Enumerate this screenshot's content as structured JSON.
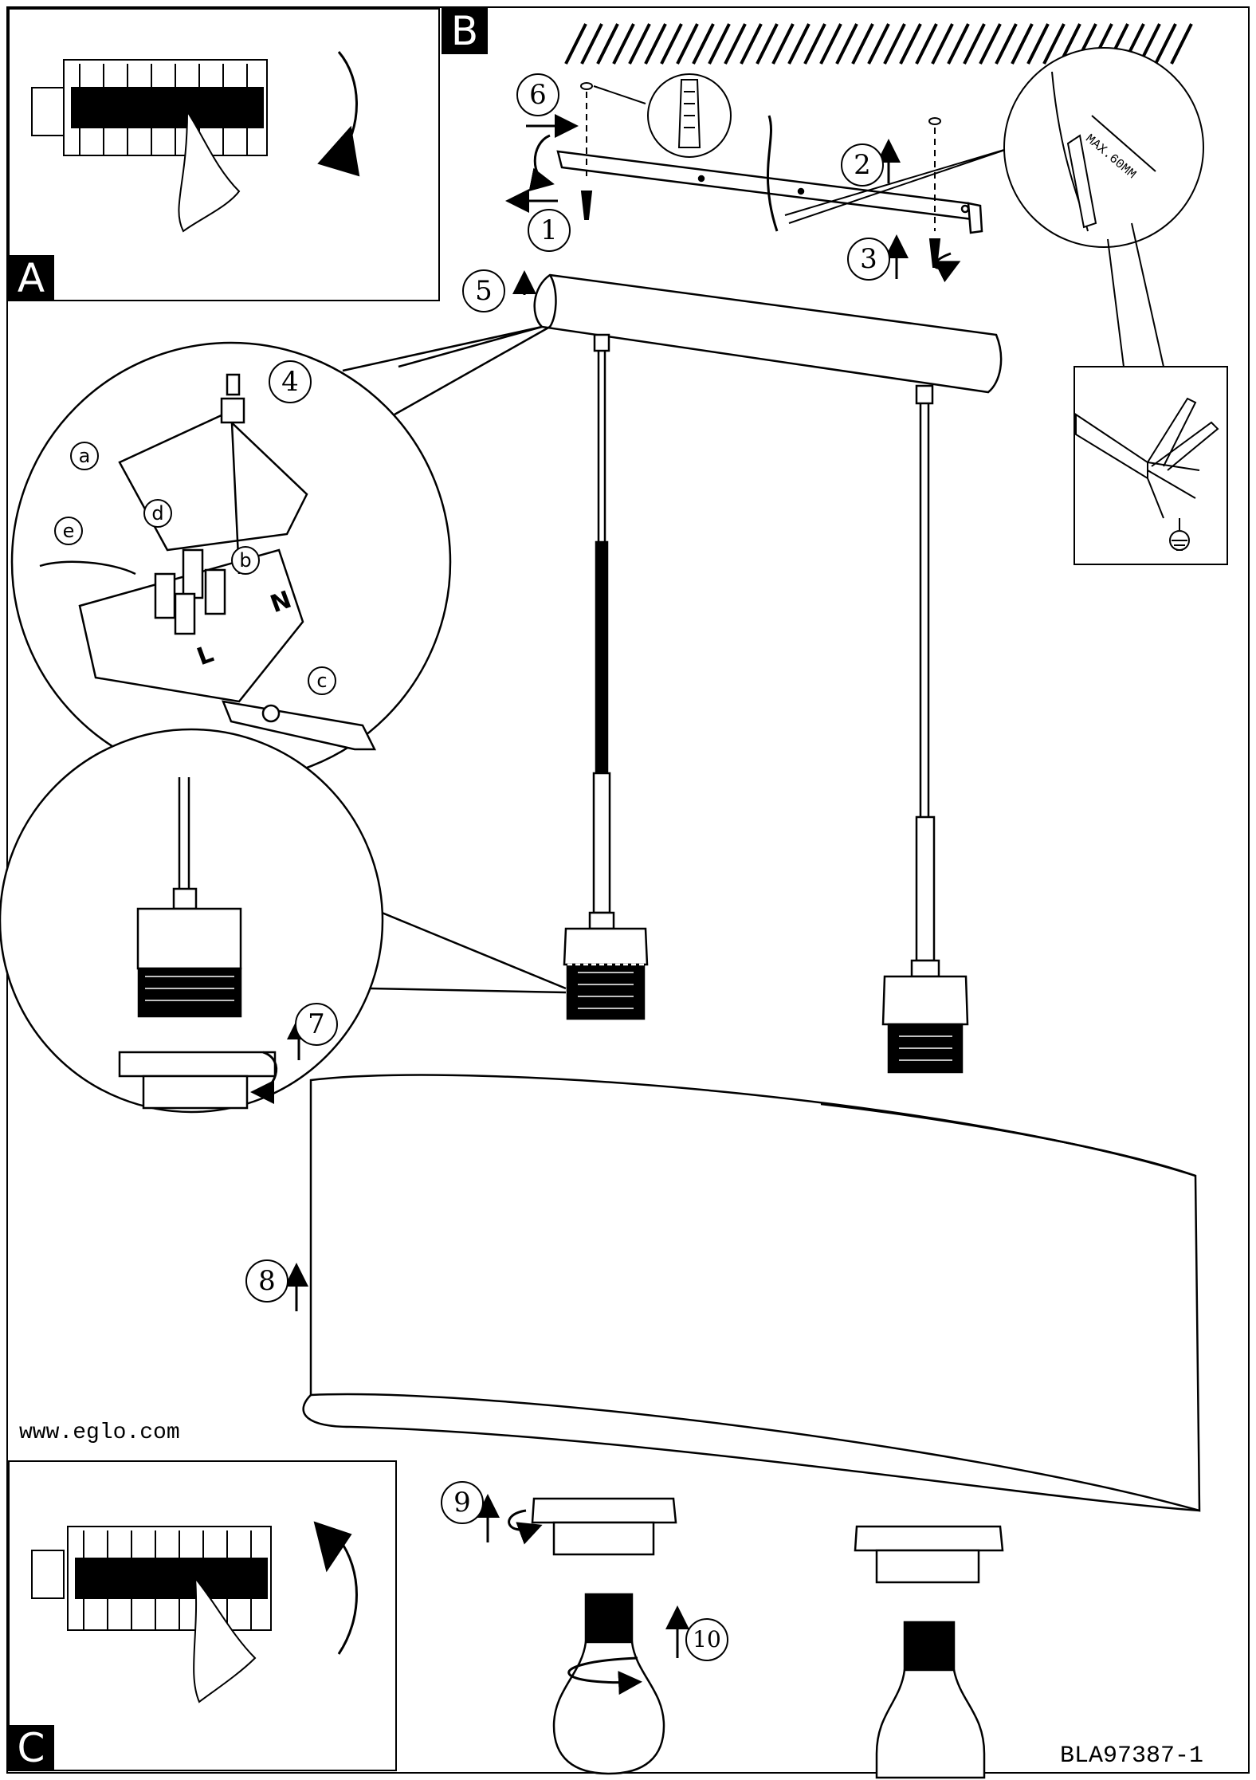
{
  "panels": {
    "a": {
      "tag": "A"
    },
    "b": {
      "tag": "B"
    },
    "c": {
      "tag": "C"
    }
  },
  "steps": [
    "1",
    "2",
    "3",
    "4",
    "5",
    "6",
    "7",
    "8",
    "9",
    "10"
  ],
  "substeps": [
    "a",
    "b",
    "c",
    "d",
    "e"
  ],
  "wiring": {
    "neutral": "N",
    "live": "L",
    "strip_length": "MAX.60MM"
  },
  "footer": {
    "website": "www.eglo.com",
    "doc_code": "BLA97387-1"
  },
  "icons": [
    "fuse-box-icon",
    "hand-icon",
    "wall-plug-icon",
    "screw-icon",
    "pliers-icon",
    "earth-ground-icon",
    "light-bulb-icon",
    "terminal-block-icon"
  ]
}
